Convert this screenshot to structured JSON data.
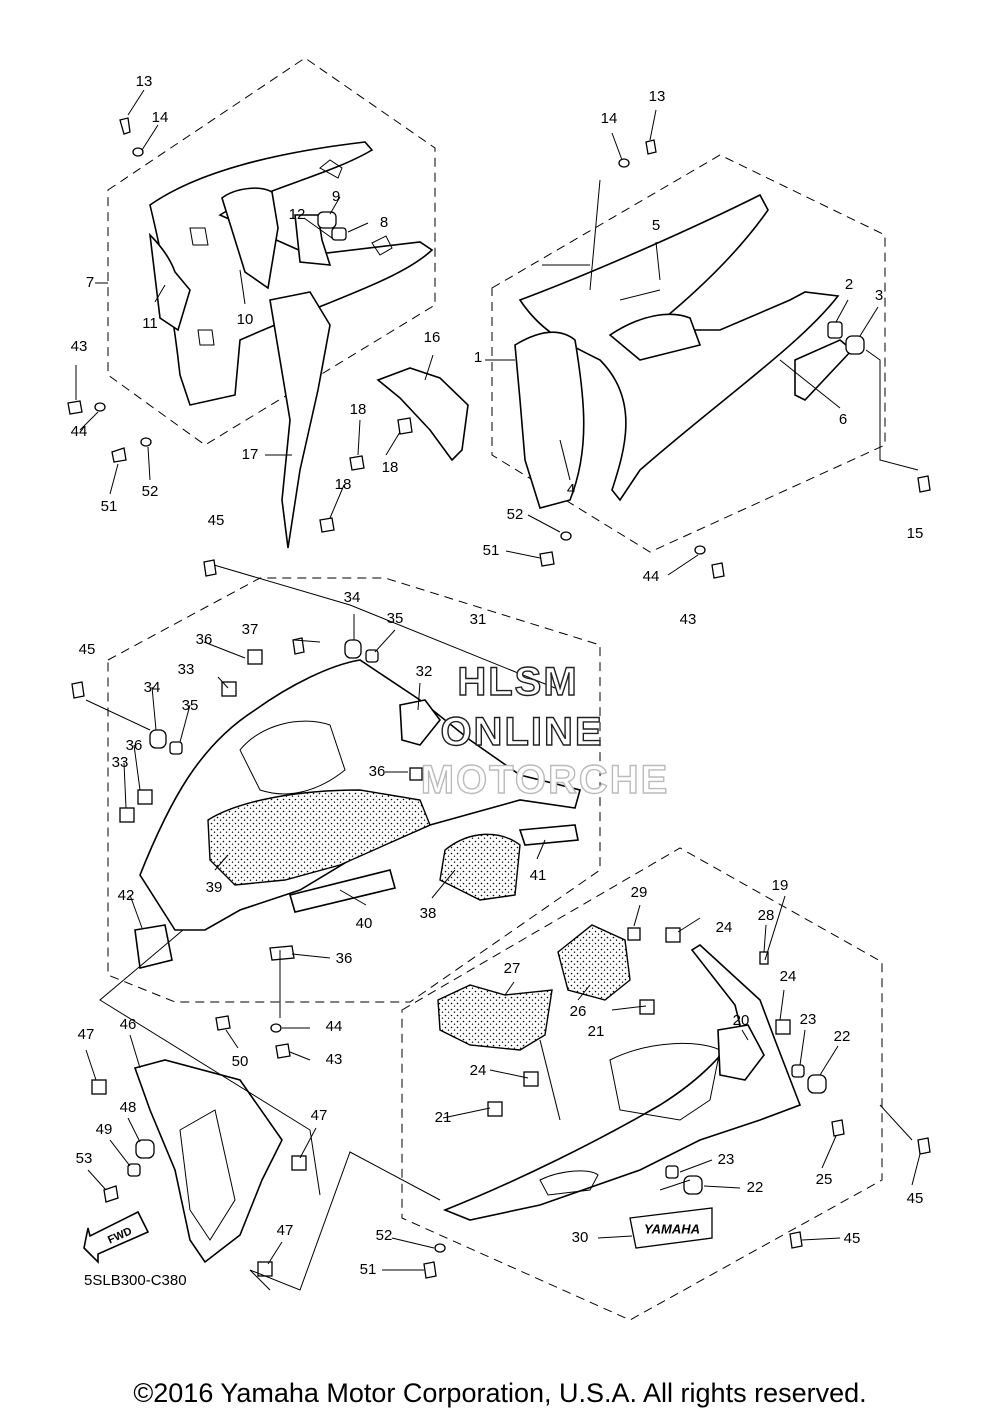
{
  "diagram_code": "5SLB300-C380",
  "copyright": "©2016 Yamaha Motor Corporation, U.S.A. All rights reserved.",
  "watermark": {
    "line1": "HLSM",
    "line2": "ONLINE",
    "line3": "MOTORCHE"
  },
  "fwd_label": "FWD",
  "brand_decal": "YAMAHA",
  "callouts": {
    "c1": "1",
    "c2": "2",
    "c3": "3",
    "c4": "4",
    "c5": "5",
    "c6": "6",
    "c7": "7",
    "c8": "8",
    "c9": "9",
    "c10": "10",
    "c11": "11",
    "c12": "12",
    "c13a": "13",
    "c13b": "13",
    "c14a": "14",
    "c14b": "14",
    "c15": "15",
    "c16": "16",
    "c17": "17",
    "c18a": "18",
    "c18b": "18",
    "c18c": "18",
    "c19": "19",
    "c20": "20",
    "c21a": "21",
    "c21b": "21",
    "c22a": "22",
    "c22b": "22",
    "c23a": "23",
    "c23b": "23",
    "c24a": "24",
    "c24b": "24",
    "c24c": "24",
    "c25": "25",
    "c26": "26",
    "c27": "27",
    "c28": "28",
    "c29": "29",
    "c30": "30",
    "c31": "31",
    "c32": "32",
    "c33a": "33",
    "c33b": "33",
    "c34a": "34",
    "c34b": "34",
    "c35a": "35",
    "c35b": "35",
    "c36a": "36",
    "c36b": "36",
    "c36c": "36",
    "c36d": "36",
    "c37": "37",
    "c38": "38",
    "c39": "39",
    "c40": "40",
    "c41": "41",
    "c42": "42",
    "c43a": "43",
    "c43b": "43",
    "c43c": "43",
    "c44a": "44",
    "c44b": "44",
    "c44c": "44",
    "c45a": "45",
    "c45b": "45",
    "c45c": "45",
    "c45d": "45",
    "c46": "46",
    "c47a": "47",
    "c47b": "47",
    "c47c": "47",
    "c48": "48",
    "c49": "49",
    "c50": "50",
    "c51a": "51",
    "c51b": "51",
    "c51c": "51",
    "c52a": "52",
    "c52b": "52",
    "c52c": "52",
    "c53": "53"
  }
}
